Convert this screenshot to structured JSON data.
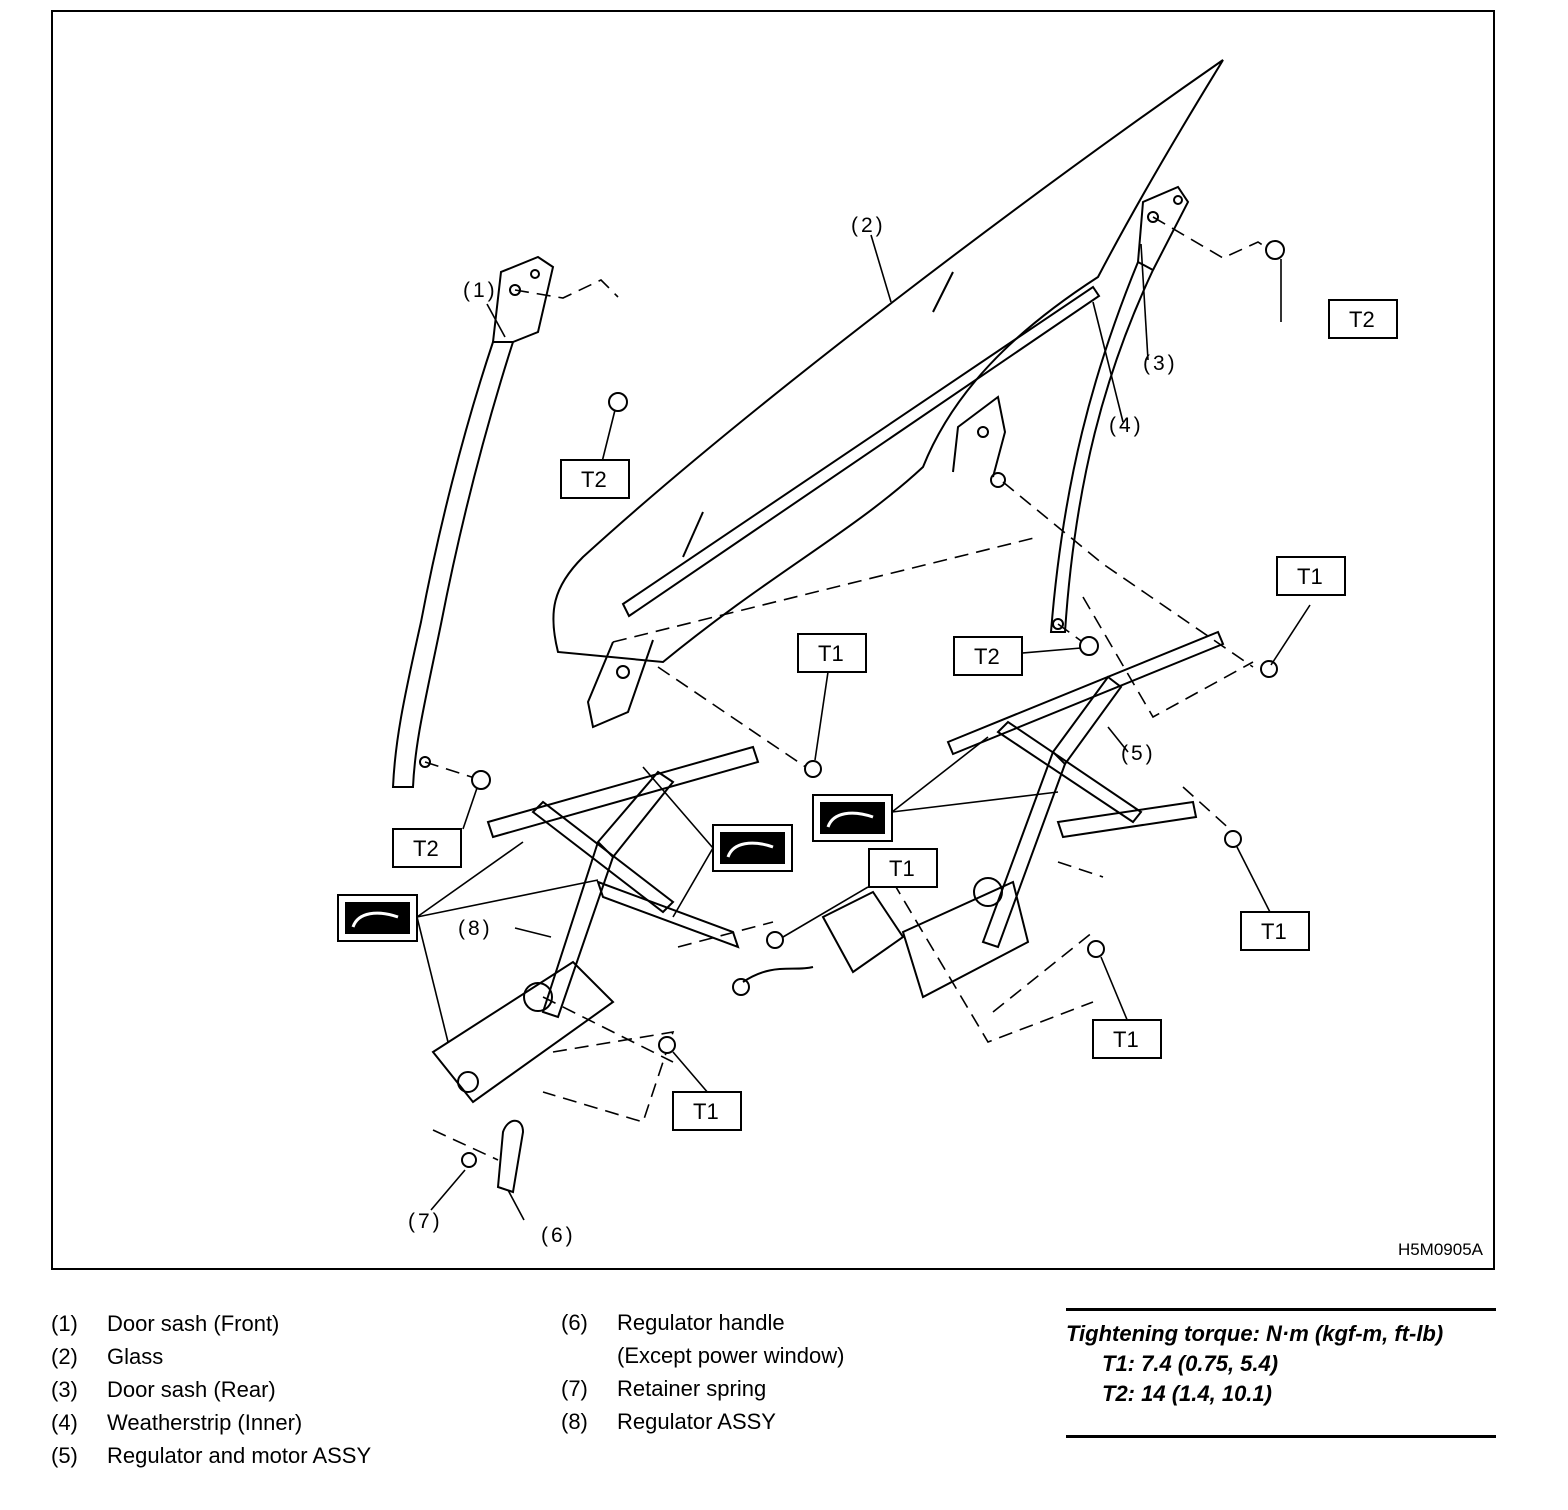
{
  "figure": {
    "drawing_id": "H5M0905A",
    "callouts": {
      "c1": "(1)",
      "c2": "(2)",
      "c3": "(3)",
      "c4": "(4)",
      "c5": "(5)",
      "c6": "(6)",
      "c7": "(7)",
      "c8": "(8)"
    },
    "torque_tags": {
      "t1": "T1",
      "t2": "T2"
    }
  },
  "legend": {
    "left": [
      {
        "num": "(1)",
        "text": "Door sash (Front)"
      },
      {
        "num": "(2)",
        "text": "Glass"
      },
      {
        "num": "(3)",
        "text": "Door sash (Rear)"
      },
      {
        "num": "(4)",
        "text": "Weatherstrip (Inner)"
      },
      {
        "num": "(5)",
        "text": "Regulator and motor ASSY"
      }
    ],
    "right": [
      {
        "num": "(6)",
        "text": "Regulator handle"
      },
      {
        "num": "",
        "text": "(Except power window)"
      },
      {
        "num": "(7)",
        "text": "Retainer spring"
      },
      {
        "num": "(8)",
        "text": "Regulator ASSY"
      }
    ]
  },
  "torque": {
    "title": "Tightening torque: N·m (kgf-m, ft-lb)",
    "t1": "T1: 7.4 (0.75, 5.4)",
    "t2": "T2: 14 (1.4, 10.1)"
  }
}
